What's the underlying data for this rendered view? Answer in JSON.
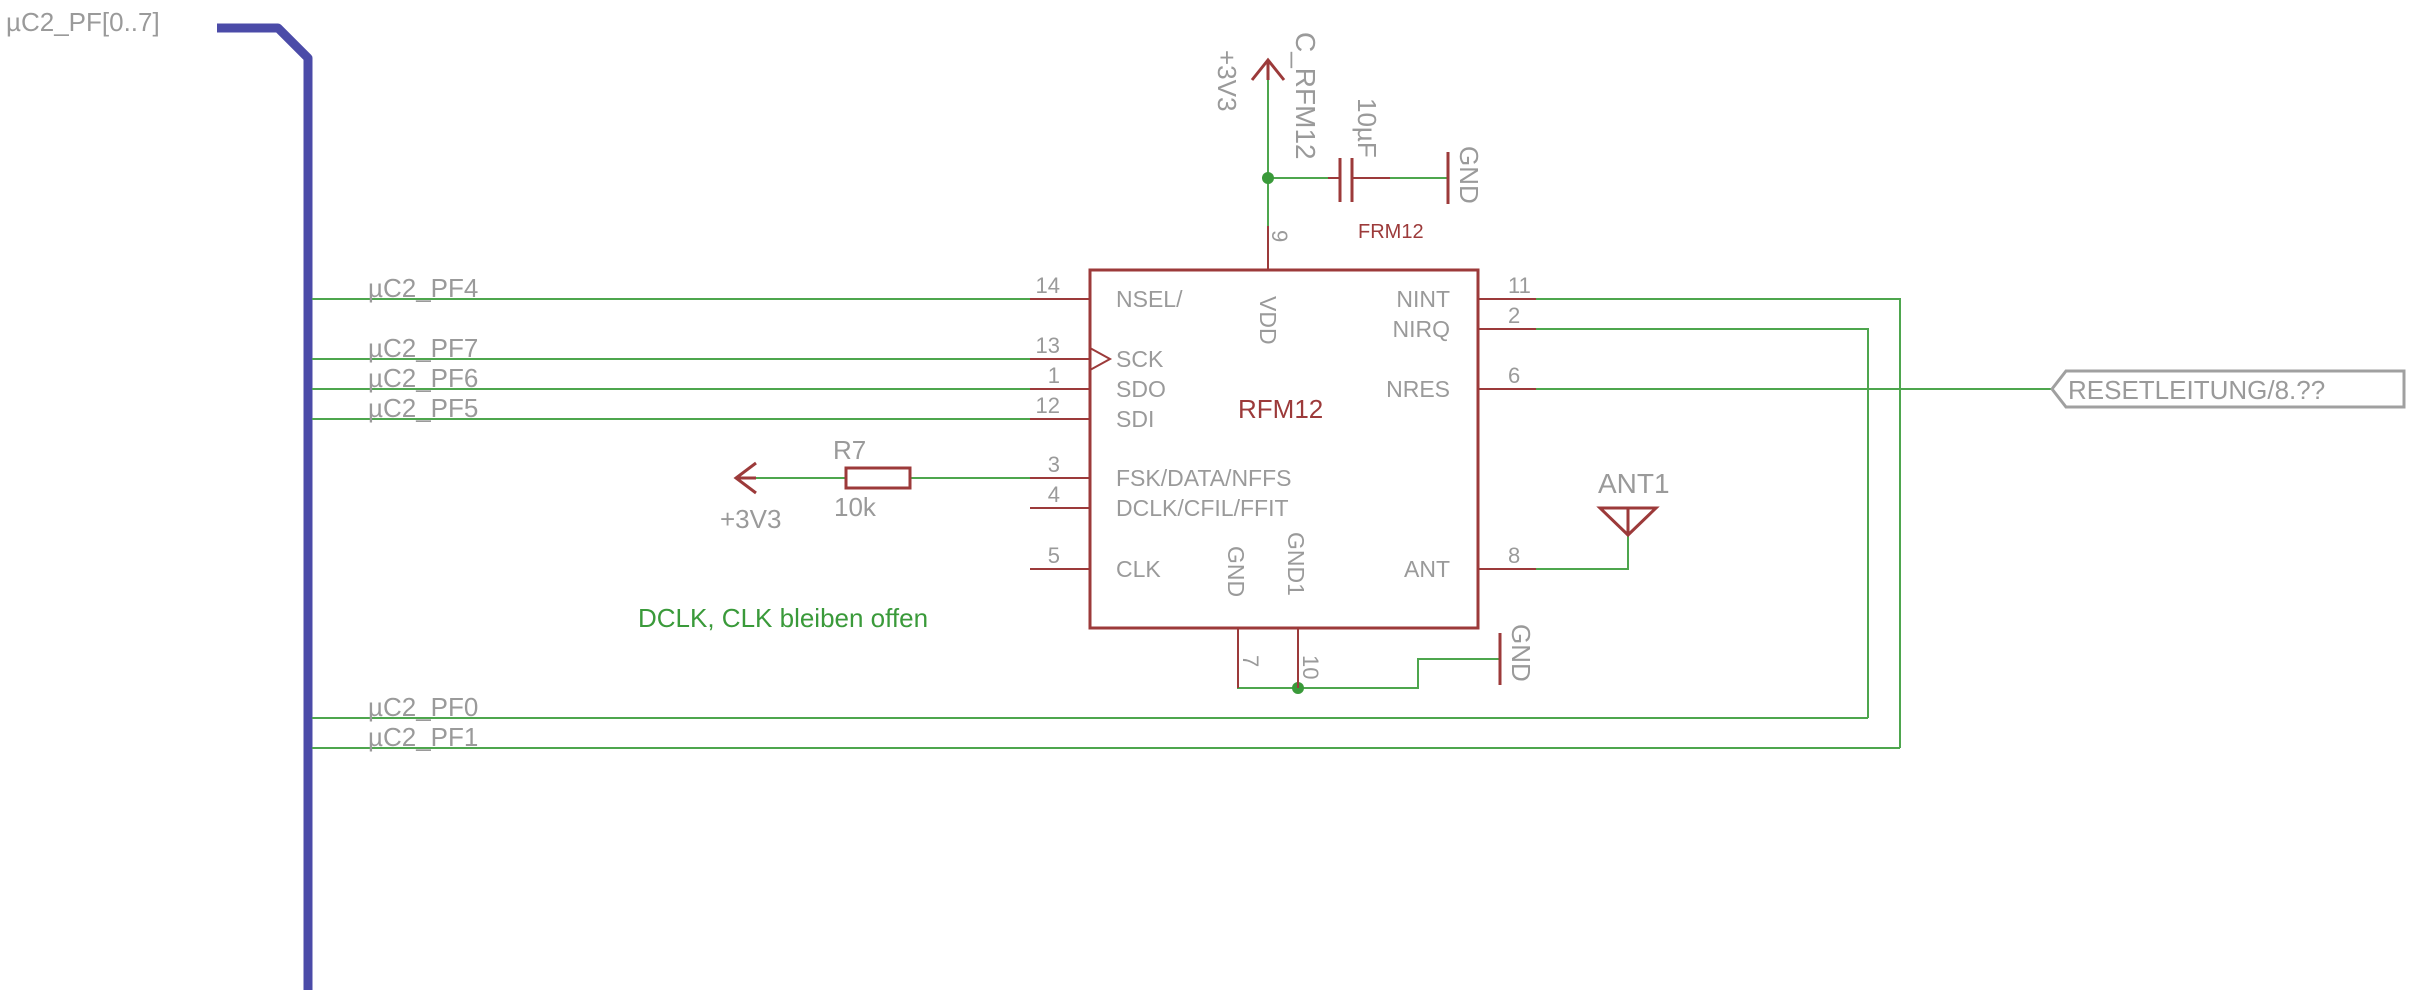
{
  "bus": {
    "label": "µC2_PF[0..7]"
  },
  "nets": {
    "pf4": "µC2_PF4",
    "pf7": "µC2_PF7",
    "pf6": "µC2_PF6",
    "pf5": "µC2_PF5",
    "pf0": "µC2_PF0",
    "pf1": "µC2_PF1"
  },
  "ic": {
    "name": "RFM12",
    "left_pins": [
      {
        "num": "14",
        "name": "NSEL/"
      },
      {
        "num": "13",
        "name": "SCK"
      },
      {
        "num": "1",
        "name": "SDO"
      },
      {
        "num": "12",
        "name": "SDI"
      },
      {
        "num": "3",
        "name": "FSK/DATA/NFFS"
      },
      {
        "num": "4",
        "name": "DCLK/CFIL/FFIT"
      },
      {
        "num": "5",
        "name": "CLK"
      }
    ],
    "right_pins": [
      {
        "num": "11",
        "name": "NINT"
      },
      {
        "num": "2",
        "name": "NIRQ"
      },
      {
        "num": "6",
        "name": "NRES"
      },
      {
        "num": "8",
        "name": "ANT"
      }
    ],
    "top_pin": {
      "num": "9",
      "name": "VDD"
    },
    "bottom_pins": [
      {
        "num": "7",
        "name": "GND"
      },
      {
        "num": "10",
        "name": "GND1"
      }
    ]
  },
  "capacitor": {
    "name": "C_RFM12",
    "value": "10µF",
    "sheet_label": "FRM12"
  },
  "resistor": {
    "name": "R7",
    "value": "10k"
  },
  "antenna": {
    "name": "ANT1"
  },
  "supplies": {
    "top": "+3V3",
    "left": "+3V3",
    "gnd_cap": "GND",
    "gnd_ic": "GND"
  },
  "reset_label": "RESETLEITUNG/8.??",
  "note": "DCLK, CLK bleiben offen"
}
